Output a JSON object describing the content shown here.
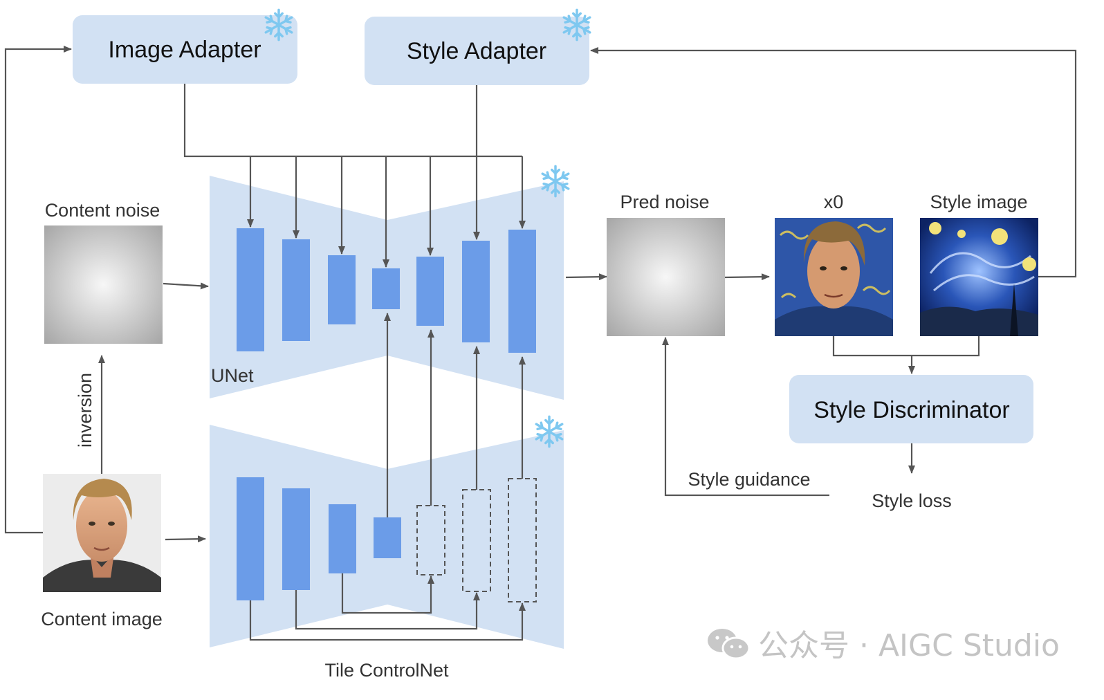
{
  "title": "",
  "colors": {
    "panel": "#d2e1f3",
    "block": "#6b9ce8",
    "arrow": "#555555",
    "noise_center": "#f7f7f7",
    "noise_edge": "#a6a6a6",
    "snowflake": "#7ec8f0"
  },
  "nodes": {
    "image_adapter": "Image Adapter",
    "style_adapter": "Style Adapter",
    "content_noise": "Content noise",
    "unet": "UNet",
    "tile_controlnet": "Tile ControlNet",
    "pred_noise": "Pred noise",
    "x0": "x0",
    "style_image": "Style image",
    "style_discriminator": "Style Discriminator",
    "style_loss": "Style loss",
    "style_guidance": "Style guidance",
    "content_image": "Content image",
    "inversion": "inversion"
  },
  "icons": {
    "frozen": "snowflake-icon",
    "content_photo": "portrait-photo",
    "x0_photo": "stylized-portrait",
    "style_photo": "starry-night-painting"
  },
  "watermark": {
    "icon": "wechat-icon",
    "text": "公众号 · AIGC Studio"
  }
}
